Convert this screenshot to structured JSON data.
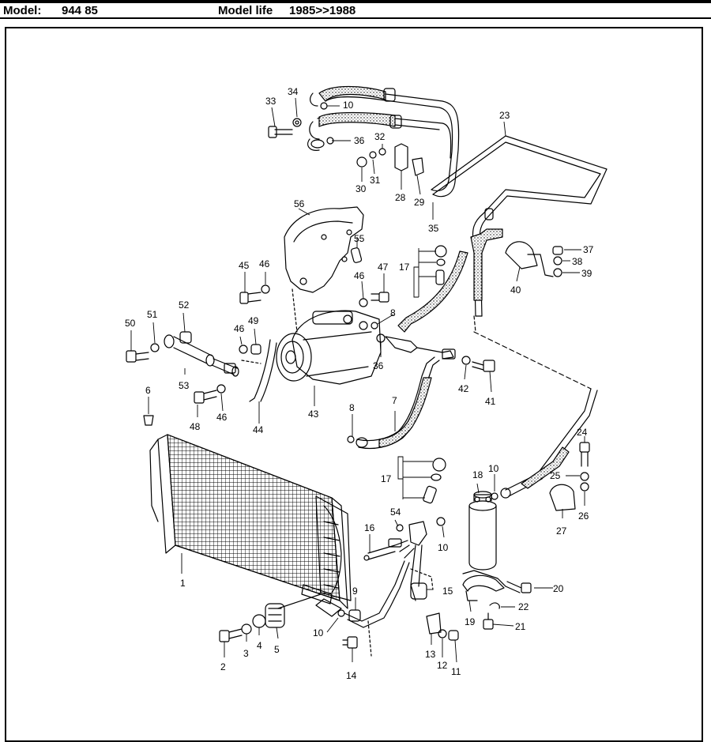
{
  "header": {
    "model_label": "Model:",
    "model_value": "944 85",
    "life_label": "Model life",
    "life_value": "1985>>1988"
  },
  "callouts": {
    "c1": "1",
    "c2": "2",
    "c3": "3",
    "c4": "4",
    "c5": "5",
    "c6": "6",
    "c7": "7",
    "c8a": "8",
    "c8b": "8",
    "c9": "9",
    "c10a": "10",
    "c10b": "10",
    "c10c": "10",
    "c10d": "10",
    "c11": "11",
    "c12": "12",
    "c13": "13",
    "c14": "14",
    "c15": "15",
    "c16": "16",
    "c17a": "17",
    "c17b": "17",
    "c18": "18",
    "c19": "19",
    "c20": "20",
    "c21": "21",
    "c22": "22",
    "c23": "23",
    "c24": "24",
    "c25": "25",
    "c26": "26",
    "c27": "27",
    "c28": "28",
    "c29": "29",
    "c30": "30",
    "c31": "31",
    "c32": "32",
    "c33": "33",
    "c34": "34",
    "c35": "35",
    "c36a": "36",
    "c36b": "36",
    "c37": "37",
    "c38": "38",
    "c39": "39",
    "c40": "40",
    "c41": "41",
    "c42": "42",
    "c43": "43",
    "c44": "44",
    "c45": "45",
    "c46a": "46",
    "c46b": "46",
    "c46c": "46",
    "c46d": "46",
    "c47": "47",
    "c48": "48",
    "c49": "49",
    "c50": "50",
    "c51": "51",
    "c52": "52",
    "c53": "53",
    "c54": "54",
    "c55": "55",
    "c56": "56"
  }
}
